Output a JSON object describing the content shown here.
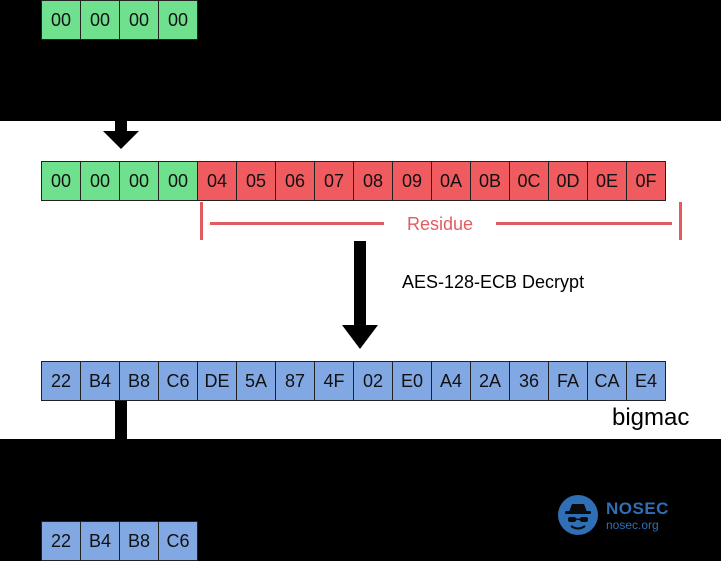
{
  "top_input": [
    "00",
    "00",
    "00",
    "00"
  ],
  "middle_input": {
    "green": [
      "00",
      "00",
      "00",
      "00"
    ],
    "red": [
      "04",
      "05",
      "06",
      "07",
      "08",
      "09",
      "0A",
      "0B",
      "0C",
      "0D",
      "0E",
      "0F"
    ]
  },
  "residue_label": "Residue",
  "decrypt_label": "AES-128-ECB Decrypt",
  "decrypted_output": [
    "22",
    "B4",
    "B8",
    "C6",
    "DE",
    "5A",
    "87",
    "4F",
    "02",
    "E0",
    "A4",
    "2A",
    "36",
    "FA",
    "CA",
    "E4"
  ],
  "bigmac_label": "bigmac",
  "bottom_output": [
    "22",
    "B4",
    "B8",
    "C6"
  ],
  "logo": {
    "icon": "spy-hat-icon",
    "name": "NOSEC",
    "domain": "nosec.org"
  },
  "colors": {
    "input_bytes": "#6fe08e",
    "residue_bytes": "#ef5b5f",
    "residue_bracket": "#e35b60",
    "output_bytes": "#82a8e4",
    "background": "#000000",
    "panel": "#ffffff",
    "logo": "#2f6fb6"
  }
}
